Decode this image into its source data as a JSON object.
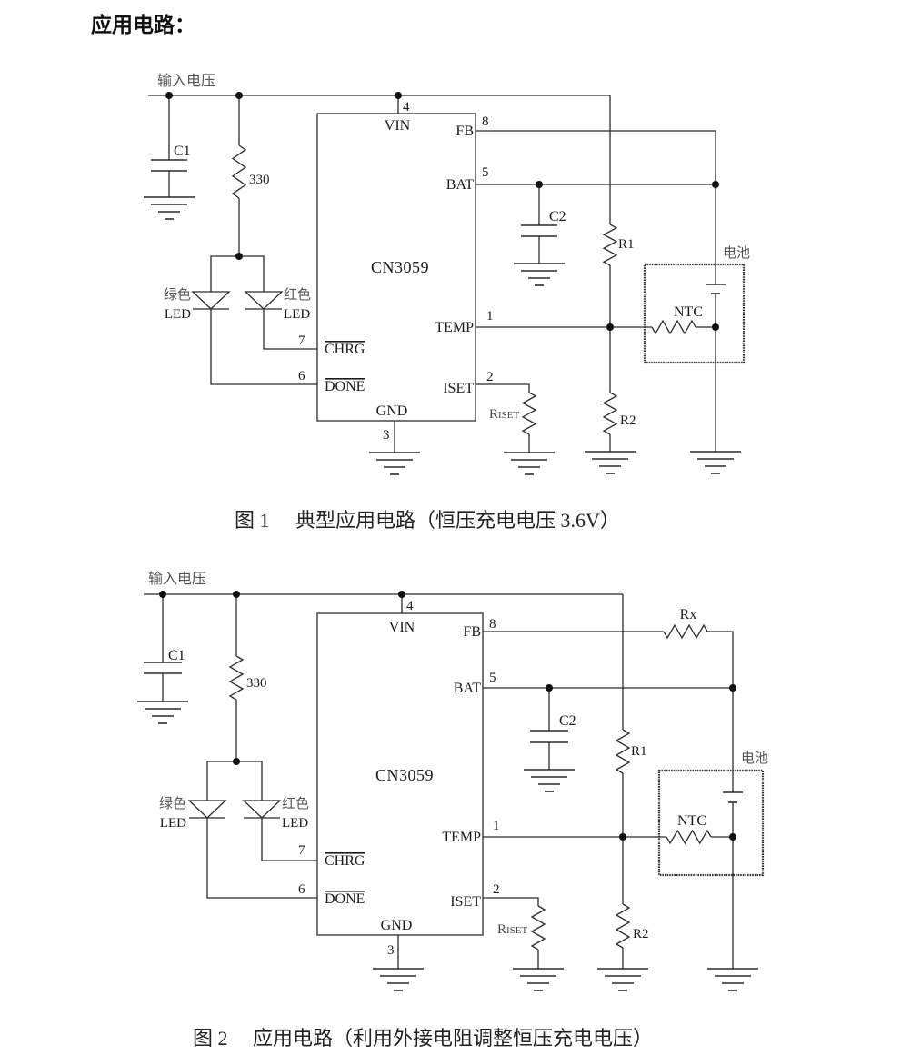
{
  "section_title": "应用电路：",
  "figures": [
    {
      "caption_label": "图 1",
      "caption_text": "典型应用电路（恒压充电电压 3.6V）",
      "input_label": "输入电压",
      "ic": {
        "name": "CN3059",
        "pins": {
          "vin": {
            "label": "VIN",
            "number": "4"
          },
          "fb": {
            "label": "FB",
            "number": "8"
          },
          "bat": {
            "label": "BAT",
            "number": "5"
          },
          "temp": {
            "label": "TEMP",
            "number": "1"
          },
          "iset": {
            "label": "ISET",
            "number": "2"
          },
          "chrg": {
            "label": "CHRG",
            "number": "7",
            "active_low": true
          },
          "done": {
            "label": "DONE",
            "number": "6",
            "active_low": true
          },
          "gnd": {
            "label": "GND",
            "number": "3"
          }
        }
      },
      "components": {
        "c1": "C1",
        "led_resistor": "330",
        "led_green": {
          "color": "绿色",
          "type": "LED"
        },
        "led_red": {
          "color": "红色",
          "type": "LED"
        },
        "c2": "C2",
        "r1": "R1",
        "r2": "R2",
        "riset": {
          "prefix": "R",
          "subscript": "ISET"
        },
        "ntc": "NTC",
        "battery": "电池"
      }
    },
    {
      "caption_label": "图 2",
      "caption_text": "应用电路（利用外接电阻调整恒压充电电压）",
      "input_label": "输入电压",
      "ic": {
        "name": "CN3059",
        "pins": {
          "vin": {
            "label": "VIN",
            "number": "4"
          },
          "fb": {
            "label": "FB",
            "number": "8"
          },
          "bat": {
            "label": "BAT",
            "number": "5"
          },
          "temp": {
            "label": "TEMP",
            "number": "1"
          },
          "iset": {
            "label": "ISET",
            "number": "2"
          },
          "chrg": {
            "label": "CHRG",
            "number": "7",
            "active_low": true
          },
          "done": {
            "label": "DONE",
            "number": "6",
            "active_low": true
          },
          "gnd": {
            "label": "GND",
            "number": "3"
          }
        }
      },
      "components": {
        "c1": "C1",
        "led_resistor": "330",
        "led_green": {
          "color": "绿色",
          "type": "LED"
        },
        "led_red": {
          "color": "红色",
          "type": "LED"
        },
        "c2": "C2",
        "r1": "R1",
        "r2": "R2",
        "rx": "Rx",
        "riset": {
          "prefix": "R",
          "subscript": "ISET"
        },
        "ntc": "NTC",
        "battery": "电池"
      }
    }
  ]
}
